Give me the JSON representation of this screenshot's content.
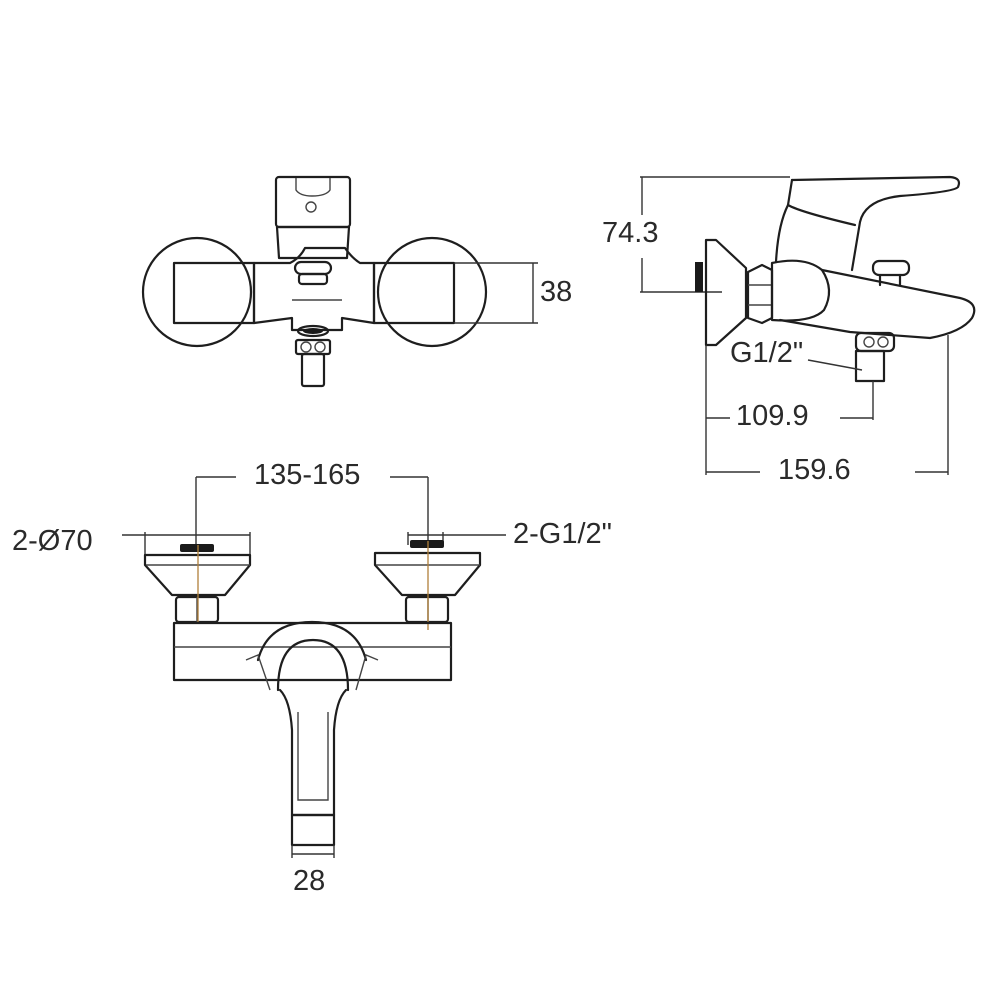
{
  "drawing": {
    "subject": "Wall-mounted bath mixer technical drawing",
    "views": {
      "top_view": {
        "dimensions": {
          "depth": "38"
        }
      },
      "side_view": {
        "dimensions": {
          "height": "74.3",
          "inlet_thread": "G1/2\"",
          "outlet_offset": "109.9",
          "spout_projection": "159.6"
        }
      },
      "front_view": {
        "dimensions": {
          "inlet_centers": "135-165",
          "flange_diameter": "2-Ø70",
          "inlet_thread": "2-G1/2\"",
          "spout_width": "28"
        }
      }
    },
    "colors": {
      "line": "#1e1e1e",
      "text": "#2a2a2a",
      "centerline": "#b0803a",
      "background": "#ffffff"
    }
  }
}
